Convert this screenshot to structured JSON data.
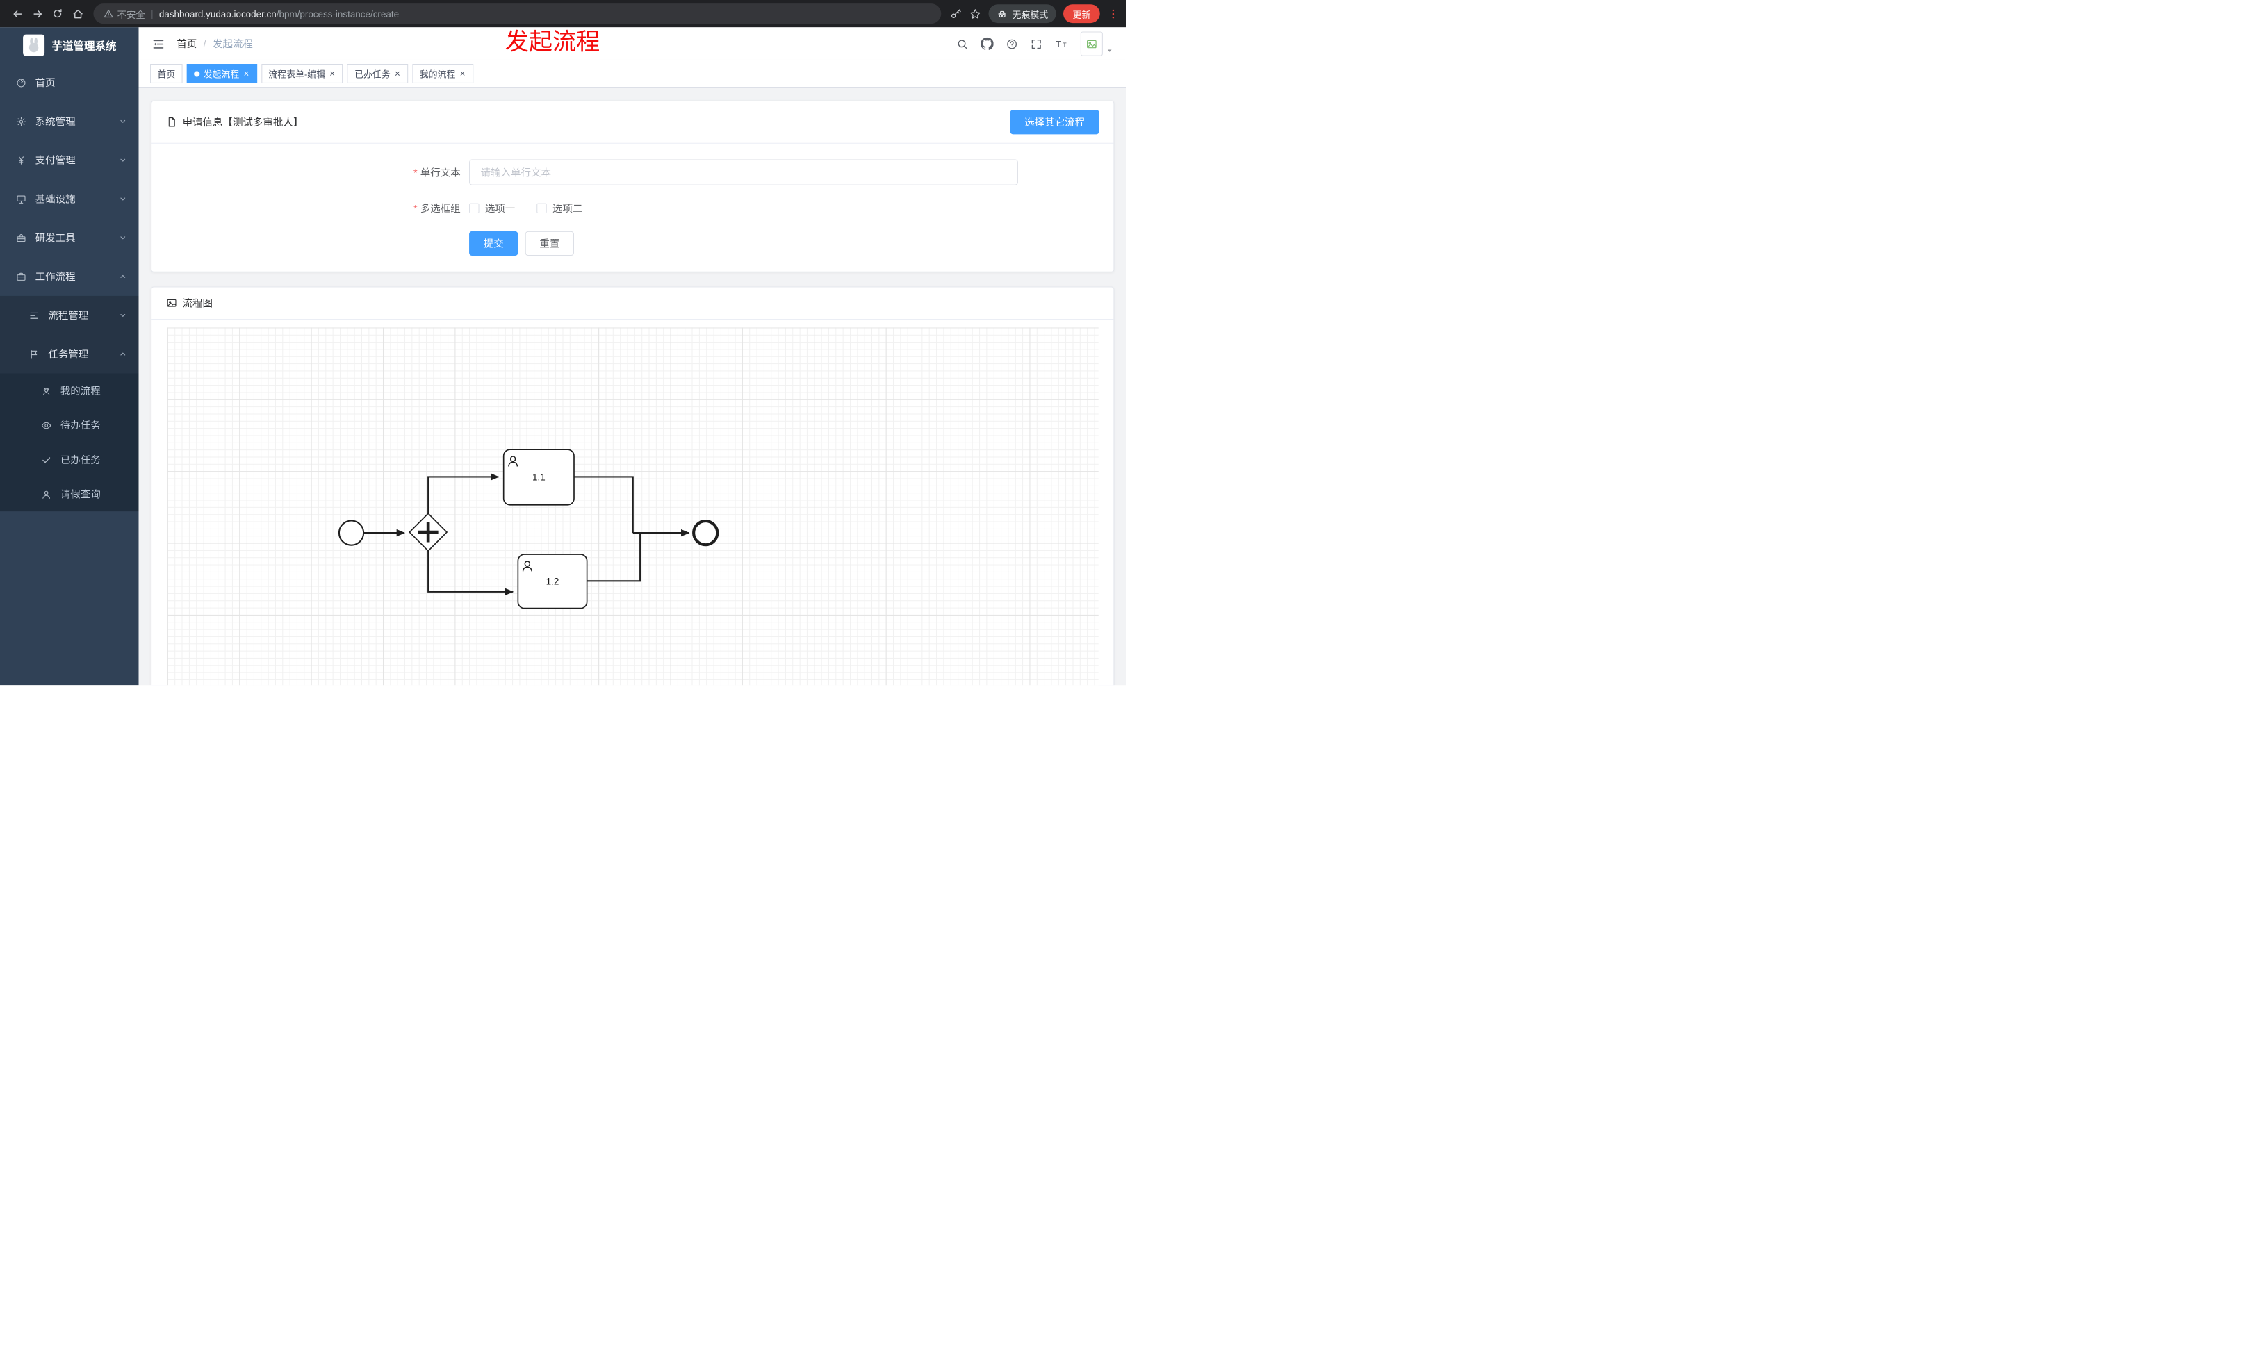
{
  "colors": {
    "accent": "#409eff",
    "sidebar_bg": "#304156",
    "update_red": "#e8453c",
    "overlay_title_red": "#f40b0b",
    "required_red": "#f56c6c"
  },
  "icons": {
    "close": "×"
  },
  "browser": {
    "security_label": "不安全",
    "url_domain": "dashboard.yudao.iocoder.cn",
    "url_path": "/bpm/process-instance/create",
    "incognito_label": "无痕模式",
    "update_label": "更新"
  },
  "sidebar": {
    "app_title": "芋道管理系统",
    "items": [
      {
        "label": "首页"
      },
      {
        "label": "系统管理"
      },
      {
        "label": "支付管理"
      },
      {
        "label": "基础设施"
      },
      {
        "label": "研发工具"
      },
      {
        "label": "工作流程"
      }
    ],
    "submenu": [
      {
        "label": "流程管理"
      },
      {
        "label": "任务管理"
      }
    ],
    "subitems": [
      {
        "label": "我的流程"
      },
      {
        "label": "待办任务"
      },
      {
        "label": "已办任务"
      },
      {
        "label": "请假查询"
      }
    ]
  },
  "header": {
    "breadcrumb_home": "首页",
    "breadcrumb_sep": "/",
    "breadcrumb_current": "发起流程",
    "overlay_title": "发起流程"
  },
  "tabs": [
    {
      "label": "首页"
    },
    {
      "label": "发起流程"
    },
    {
      "label": "流程表单-编辑"
    },
    {
      "label": "已办任务"
    },
    {
      "label": "我的流程"
    }
  ],
  "form_card": {
    "title": "申请信息【测试多审批人】",
    "select_other_button": "选择其它流程",
    "field_text": {
      "required_mark": "*",
      "label": "单行文本",
      "placeholder": "请输入单行文本",
      "value": ""
    },
    "field_checkbox": {
      "required_mark": "*",
      "label": "多选框组",
      "option1": "选项一",
      "option2": "选项二"
    },
    "submit_label": "提交",
    "reset_label": "重置"
  },
  "diagram_card": {
    "title": "流程图",
    "task1_label": "1.1",
    "task2_label": "1.2"
  }
}
